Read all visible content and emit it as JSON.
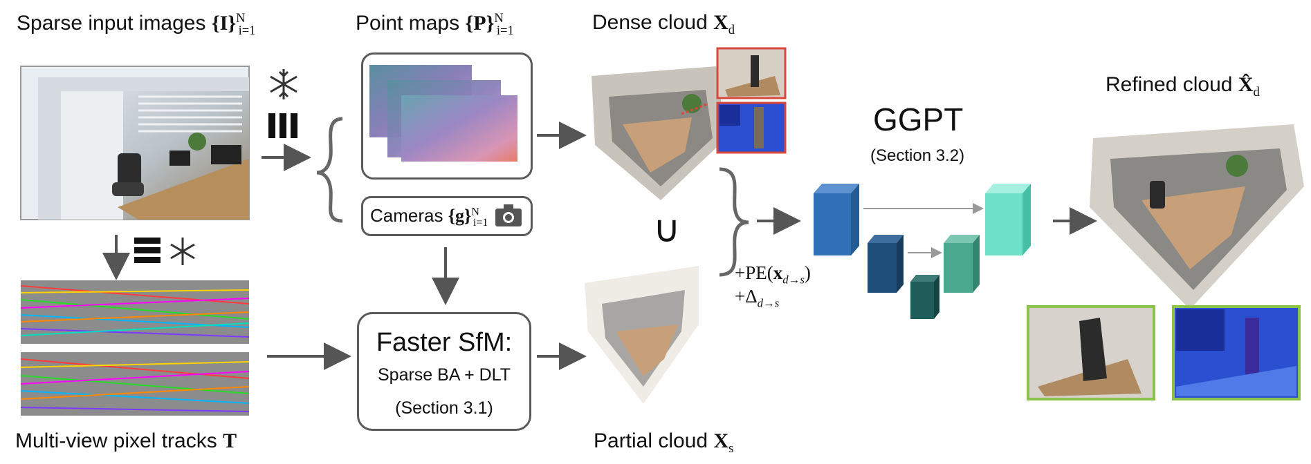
{
  "labels": {
    "sparse_input": {
      "text": "Sparse input images",
      "math": "{I}",
      "sup": "N",
      "sub": "i=1"
    },
    "point_maps": {
      "text": "Point maps",
      "math": "{P}",
      "sup": "N",
      "sub": "i=1"
    },
    "dense_cloud": {
      "text": "Dense cloud",
      "math": "X",
      "sub": "d"
    },
    "refined_cloud": {
      "text": "Refined cloud",
      "math": "X̂",
      "sub": "d"
    },
    "cameras": {
      "text": "Cameras",
      "math": "{g}",
      "sup": "N",
      "sub": "i=1"
    },
    "tracks": {
      "text": "Multi-view pixel tracks",
      "math": "T"
    },
    "partial_cloud": {
      "text": "Partial cloud",
      "math": "X",
      "sub": "s"
    }
  },
  "sfm": {
    "title": "Faster SfM:",
    "line1": "Sparse BA + DLT",
    "line2": "(Section 3.1)"
  },
  "ggpt": {
    "title": "GGPT",
    "section": "(Section 3.2)"
  },
  "union_symbol": "∪",
  "pe": {
    "line1_prefix": "+PE(",
    "line1_x": "x",
    "line1_sub": "d→s",
    "line1_suffix": ")",
    "line2_prefix": "+Δ",
    "line2_sub": "d→s"
  },
  "icons": [
    "snowflake-icon",
    "three-bars-icon",
    "stack-bars-icon",
    "camera-icon"
  ],
  "colors": {
    "arrow": "#555555",
    "box_border": "#5a5a5a",
    "inset_red": "#d9473b",
    "inset_green": "#8bc34a",
    "enc1": "#2f6fb5",
    "enc2": "#1f4e7a",
    "enc3": "#1f5c5a",
    "dec1": "#4aa88f",
    "dec2": "#6fe0c8"
  }
}
